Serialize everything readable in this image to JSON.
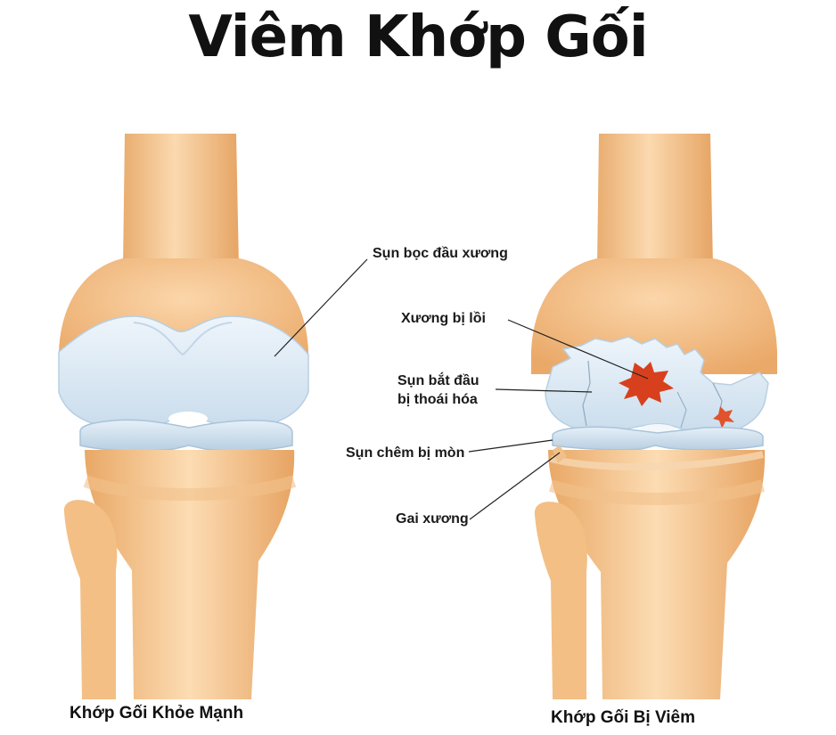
{
  "title": "Viêm Khớp Gối",
  "labels": {
    "cartilage": "Sụn bọc đầu xương",
    "bone_spur_lesion": "Xương bị lồi",
    "degen_line1": "Sụn bắt đầu",
    "degen_line2": "bị thoái hóa",
    "meniscus": "Sụn chêm bị mòn",
    "osteophyte": "Gai xương"
  },
  "captions": {
    "healthy": "Khớp Gối Khỏe Mạnh",
    "inflamed": "Khớp Gối Bị Viêm"
  },
  "colors": {
    "bone": "#f6c793",
    "bone_shade": "#e8a86a",
    "cartilage": "#d8e8f4",
    "cartilage_edge": "#a9c6dd",
    "lesion": "#d8401d",
    "text": "#111111"
  }
}
